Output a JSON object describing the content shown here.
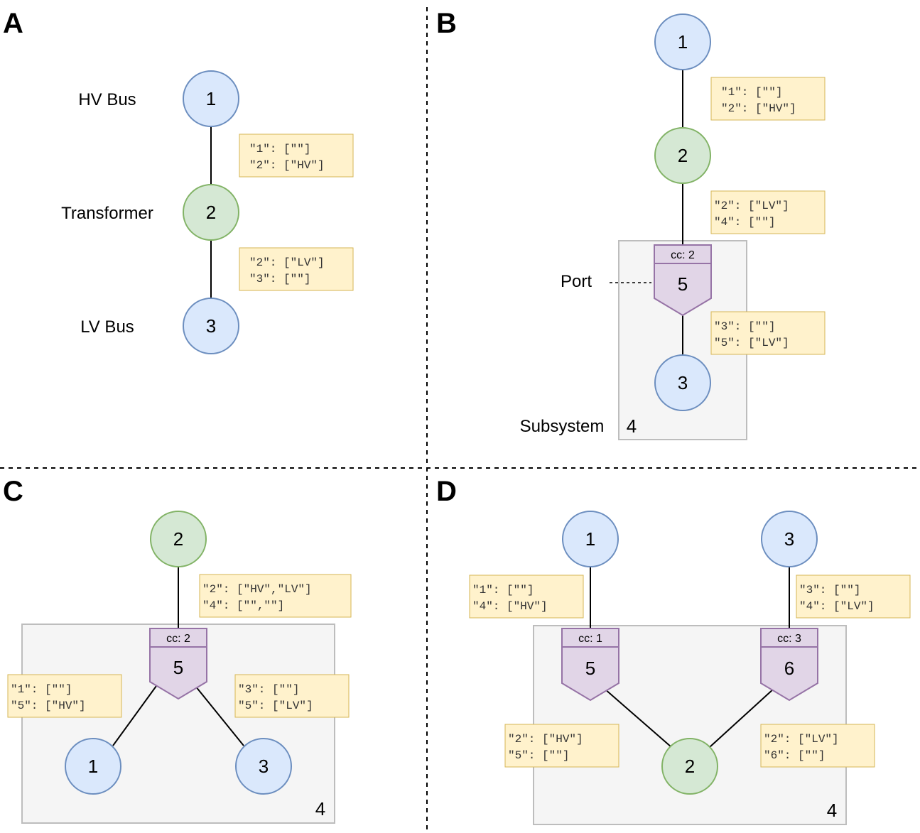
{
  "panels": {
    "A": {
      "letter": "A",
      "labels": {
        "hv_bus": "HV Bus",
        "transformer": "Transformer",
        "lv_bus": "LV Bus"
      },
      "nodes": {
        "n1": "1",
        "n2": "2",
        "n3": "3"
      },
      "notes": [
        {
          "line1": "\"1\": [\"\"]",
          "line2": "\"2\": [\"HV\"]"
        },
        {
          "line1": "\"2\": [\"LV\"]",
          "line2": "\"3\": [\"\"]"
        }
      ]
    },
    "B": {
      "letter": "B",
      "labels": {
        "port": "Port",
        "subsystem": "Subsystem",
        "subsystem_id": "4"
      },
      "nodes": {
        "n1": "1",
        "n2": "2",
        "n3": "3"
      },
      "port": {
        "cc": "cc: 2",
        "id": "5"
      },
      "notes": [
        {
          "line1": "\"1\": [\"\"]",
          "line2": "\"2\": [\"HV\"]"
        },
        {
          "line1": "\"2\": [\"LV\"]",
          "line2": "\"4\": [\"\"]"
        },
        {
          "line1": "\"3\": [\"\"]",
          "line2": "\"5\": [\"LV\"]"
        }
      ]
    },
    "C": {
      "letter": "C",
      "labels": {
        "subsystem_id": "4"
      },
      "nodes": {
        "n1": "1",
        "n2": "2",
        "n3": "3"
      },
      "port": {
        "cc": "cc: 2",
        "id": "5"
      },
      "notes": [
        {
          "line1": "\"2\": [\"HV\",\"LV\"]",
          "line2": "\"4\": [\"\",\"\"]"
        },
        {
          "line1": "\"1\": [\"\"]",
          "line2": "\"5\": [\"HV\"]"
        },
        {
          "line1": "\"3\": [\"\"]",
          "line2": "\"5\": [\"LV\"]"
        }
      ]
    },
    "D": {
      "letter": "D",
      "labels": {
        "subsystem_id": "4"
      },
      "nodes": {
        "n1": "1",
        "n2": "2",
        "n3": "3"
      },
      "ports": [
        {
          "cc": "cc: 1",
          "id": "5"
        },
        {
          "cc": "cc: 3",
          "id": "6"
        }
      ],
      "notes": [
        {
          "line1": "\"1\": [\"\"]",
          "line2": "\"4\": [\"HV\"]"
        },
        {
          "line1": "\"3\": [\"\"]",
          "line2": "\"4\": [\"LV\"]"
        },
        {
          "line1": "\"2\": [\"HV\"]",
          "line2": "\"5\": [\"\"]"
        },
        {
          "line1": "\"2\": [\"LV\"]",
          "line2": "\"6\": [\"\"]"
        }
      ]
    }
  },
  "colors": {
    "bus_fill": "#dae8fc",
    "bus_stroke": "#6c8ebf",
    "transformer_fill": "#d5e8d4",
    "transformer_stroke": "#82b366",
    "port_fill": "#e1d5e7",
    "port_stroke": "#9673a6",
    "note_fill": "#fff2cc",
    "note_stroke": "#d6b656",
    "subsystem_fill": "#f5f5f5",
    "subsystem_stroke": "#bdbdbd"
  }
}
